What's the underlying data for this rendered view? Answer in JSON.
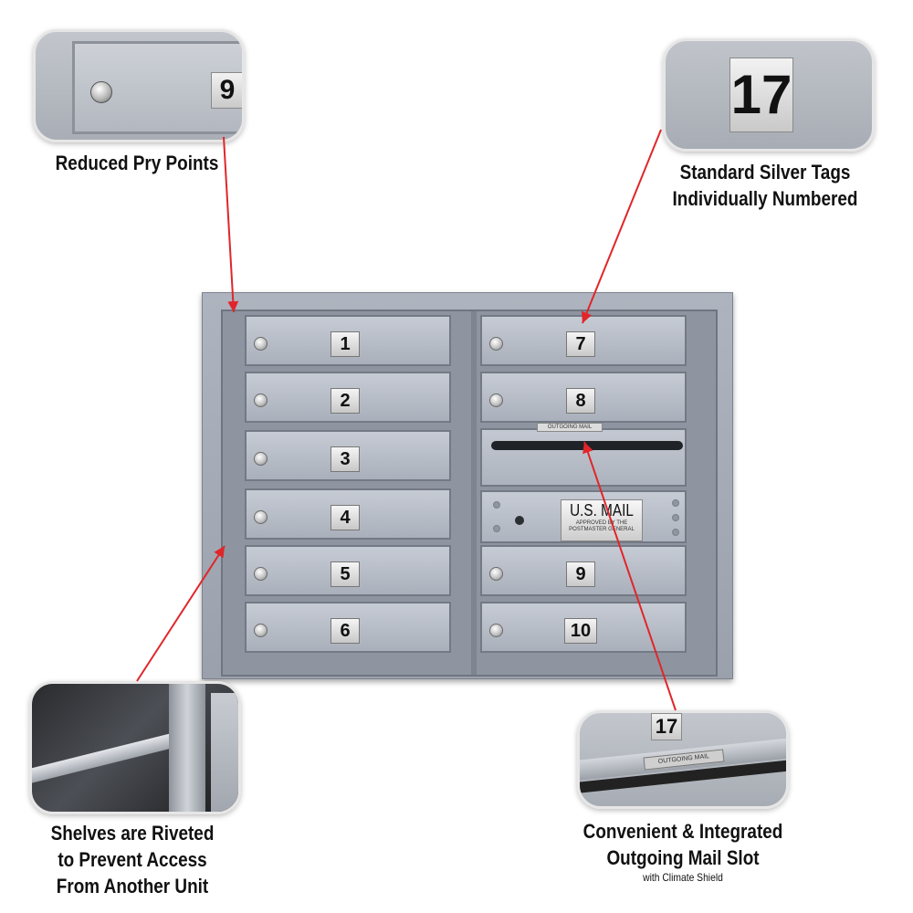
{
  "callouts": {
    "pry_points": {
      "caption": "Reduced Pry Points",
      "tag_number": "9"
    },
    "silver_tags": {
      "caption_line1": "Standard Silver Tags",
      "caption_line2": "Individually Numbered",
      "tag_number": "17"
    },
    "shelves": {
      "caption_line1": "Shelves are Riveted",
      "caption_line2": "to Prevent Access",
      "caption_line3": "From Another Unit"
    },
    "outgoing_slot": {
      "caption_line1": "Convenient & Integrated",
      "caption_line2": "Outgoing Mail Slot",
      "caption_sub": "with Climate Shield",
      "tag_number": "17",
      "plate_text": "OUTGOING MAIL"
    }
  },
  "mailbox": {
    "left_doors": [
      "1",
      "2",
      "3",
      "4",
      "5",
      "6"
    ],
    "right_doors_top": [
      "7",
      "8"
    ],
    "right_doors_bottom": [
      "9",
      "10"
    ],
    "outgoing_plate": "OUTGOING MAIL",
    "usmail_title": "U.S. MAIL",
    "usmail_sub_1": "APPROVED BY THE",
    "usmail_sub_2": "POSTMASTER GENERAL"
  },
  "colors": {
    "arrow": "#e0262a",
    "unit_silver": "#aab0bb"
  }
}
